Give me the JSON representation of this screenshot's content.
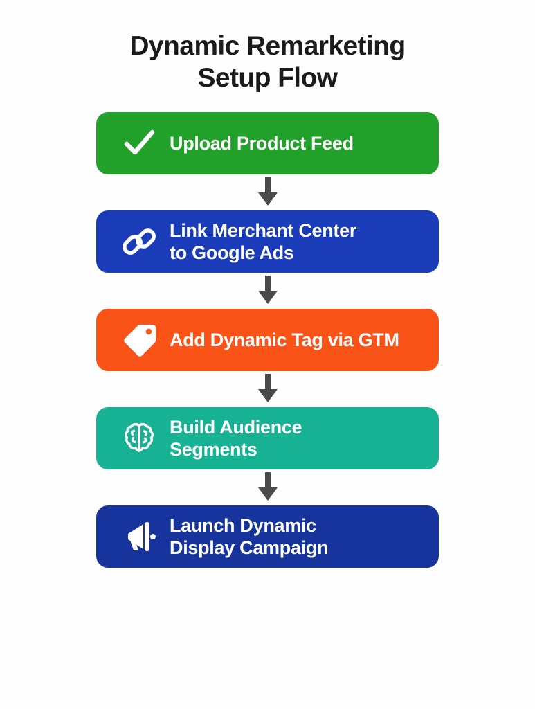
{
  "page": {
    "background_color": "#fefefe",
    "title": {
      "line1": "Dynamic Remarketing",
      "line2": "Setup Flow",
      "color": "#1b1b1b"
    }
  },
  "connector": {
    "icon": "arrow-down-icon",
    "color": "#4a4a4a"
  },
  "flow": {
    "steps": [
      {
        "label": "Upload Product Feed",
        "icon": "check-icon",
        "color": "#21a02a",
        "text_color": "#ffffff"
      },
      {
        "label": "Link Merchant Center\nto Google Ads",
        "icon": "link-icon",
        "color": "#1a3cb8",
        "text_color": "#ffffff"
      },
      {
        "label": "Add Dynamic Tag via GTM",
        "icon": "tag-icon",
        "color": "#fa5317",
        "text_color": "#ffffff"
      },
      {
        "label": "Build Audience\nSegments",
        "icon": "brain-icon",
        "color": "#17b193",
        "text_color": "#ffffff"
      },
      {
        "label": "Launch Dynamic\nDisplay Campaign",
        "icon": "megaphone-icon",
        "color": "#17349c",
        "text_color": "#ffffff"
      }
    ]
  }
}
